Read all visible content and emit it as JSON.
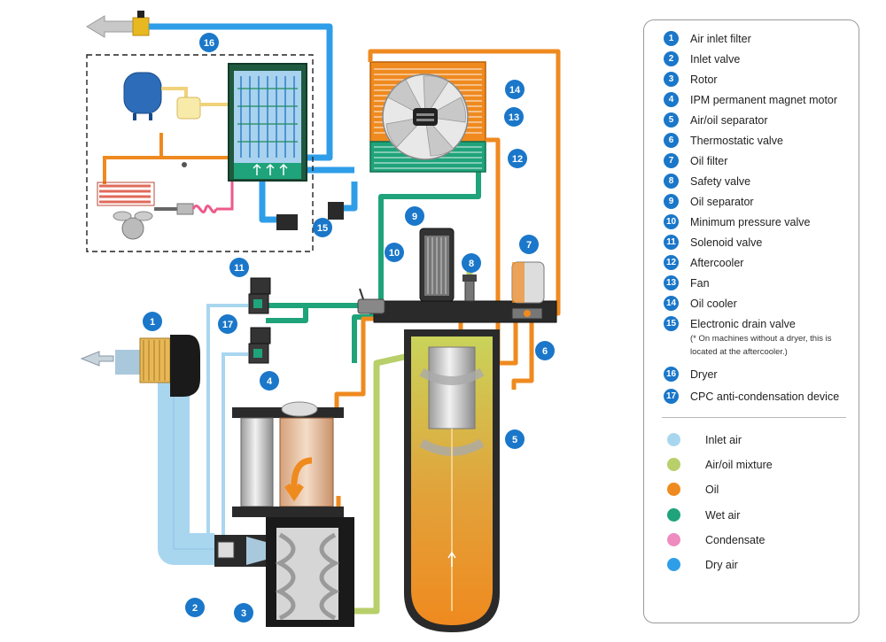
{
  "legend": {
    "items": [
      {
        "num": "1",
        "label": "Air inlet filter"
      },
      {
        "num": "2",
        "label": "Inlet valve"
      },
      {
        "num": "3",
        "label": "Rotor"
      },
      {
        "num": "4",
        "label": "IPM permanent magnet motor"
      },
      {
        "num": "5",
        "label": "Air/oil separator"
      },
      {
        "num": "6",
        "label": "Thermostatic valve"
      },
      {
        "num": "7",
        "label": "Oil filter"
      },
      {
        "num": "8",
        "label": "Safety valve"
      },
      {
        "num": "9",
        "label": "Oil separator"
      },
      {
        "num": "10",
        "label": "Minimum pressure valve"
      },
      {
        "num": "11",
        "label": "Solenoid valve"
      },
      {
        "num": "12",
        "label": "Aftercooler"
      },
      {
        "num": "13",
        "label": "Fan"
      },
      {
        "num": "14",
        "label": "Oil cooler"
      },
      {
        "num": "15",
        "label": "Electronic drain valve"
      },
      {
        "num": "16",
        "label": "Dryer"
      },
      {
        "num": "17",
        "label": "CPC anti-condensation device"
      }
    ],
    "note_line1": "(* On machines without a dryer, this is",
    "note_line2": "located at the aftercooler.)",
    "flows": [
      {
        "label": "Inlet air",
        "color": "#a9d6ef"
      },
      {
        "label": "Air/oil mixture",
        "color": "#b8cf6a"
      },
      {
        "label": "Oil",
        "color": "#ef8a1f"
      },
      {
        "label": "Wet air",
        "color": "#1fa37a"
      },
      {
        "label": "Condensate",
        "color": "#ee8cc0"
      },
      {
        "label": "Dry air",
        "color": "#2f9ee8"
      }
    ]
  },
  "callouts": [
    "1",
    "2",
    "3",
    "4",
    "5",
    "6",
    "7",
    "8",
    "9",
    "10",
    "11",
    "12",
    "13",
    "14",
    "15",
    "16",
    "17"
  ],
  "colors": {
    "callout": "#1a77c9",
    "inlet_air": "#a9d6ef",
    "air_oil": "#b8cf6a",
    "oil": "#ef8a1f",
    "wet_air": "#1fa37a",
    "condensate": "#ee8cc0",
    "dry_air": "#2f9ee8"
  }
}
